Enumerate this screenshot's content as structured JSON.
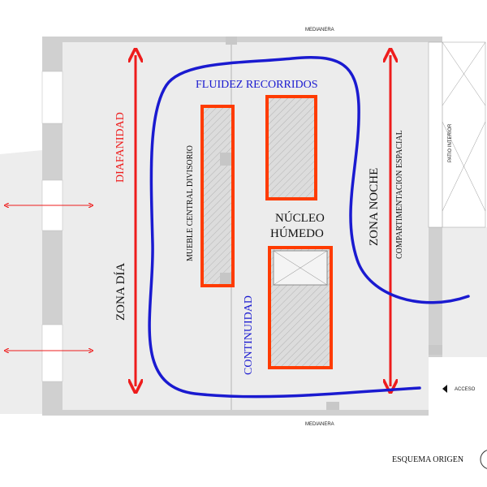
{
  "labels": {
    "medianera_top": "MEDIANERA",
    "medianera_bottom": "MEDIANERA",
    "fluidez": "FLUIDEZ RECORRIDOS",
    "diafanidad": "DIAFANIDAD",
    "zona_dia": "ZONA DÍA",
    "mueble": "MUEBLE CENTRAL DIVISORIO",
    "continuidad": "CONTINUIDAD",
    "nucleo_line1": "NÚCLEO",
    "nucleo_line2": "HÚMEDO",
    "zona_noche": "ZONA NOCHE",
    "compartimentacion": "COMPARTIMENTACION ESPACIAL",
    "patio": "PATIO INTERIOR",
    "acceso": "ACCESO",
    "esquema": "ESQUEMA ORIGEN"
  },
  "colors": {
    "red": "#ee1c1c",
    "orange": "#ff3b00",
    "blue": "#1a1ad0",
    "wall": "#c8c8c8",
    "floor": "#ebebeb"
  }
}
